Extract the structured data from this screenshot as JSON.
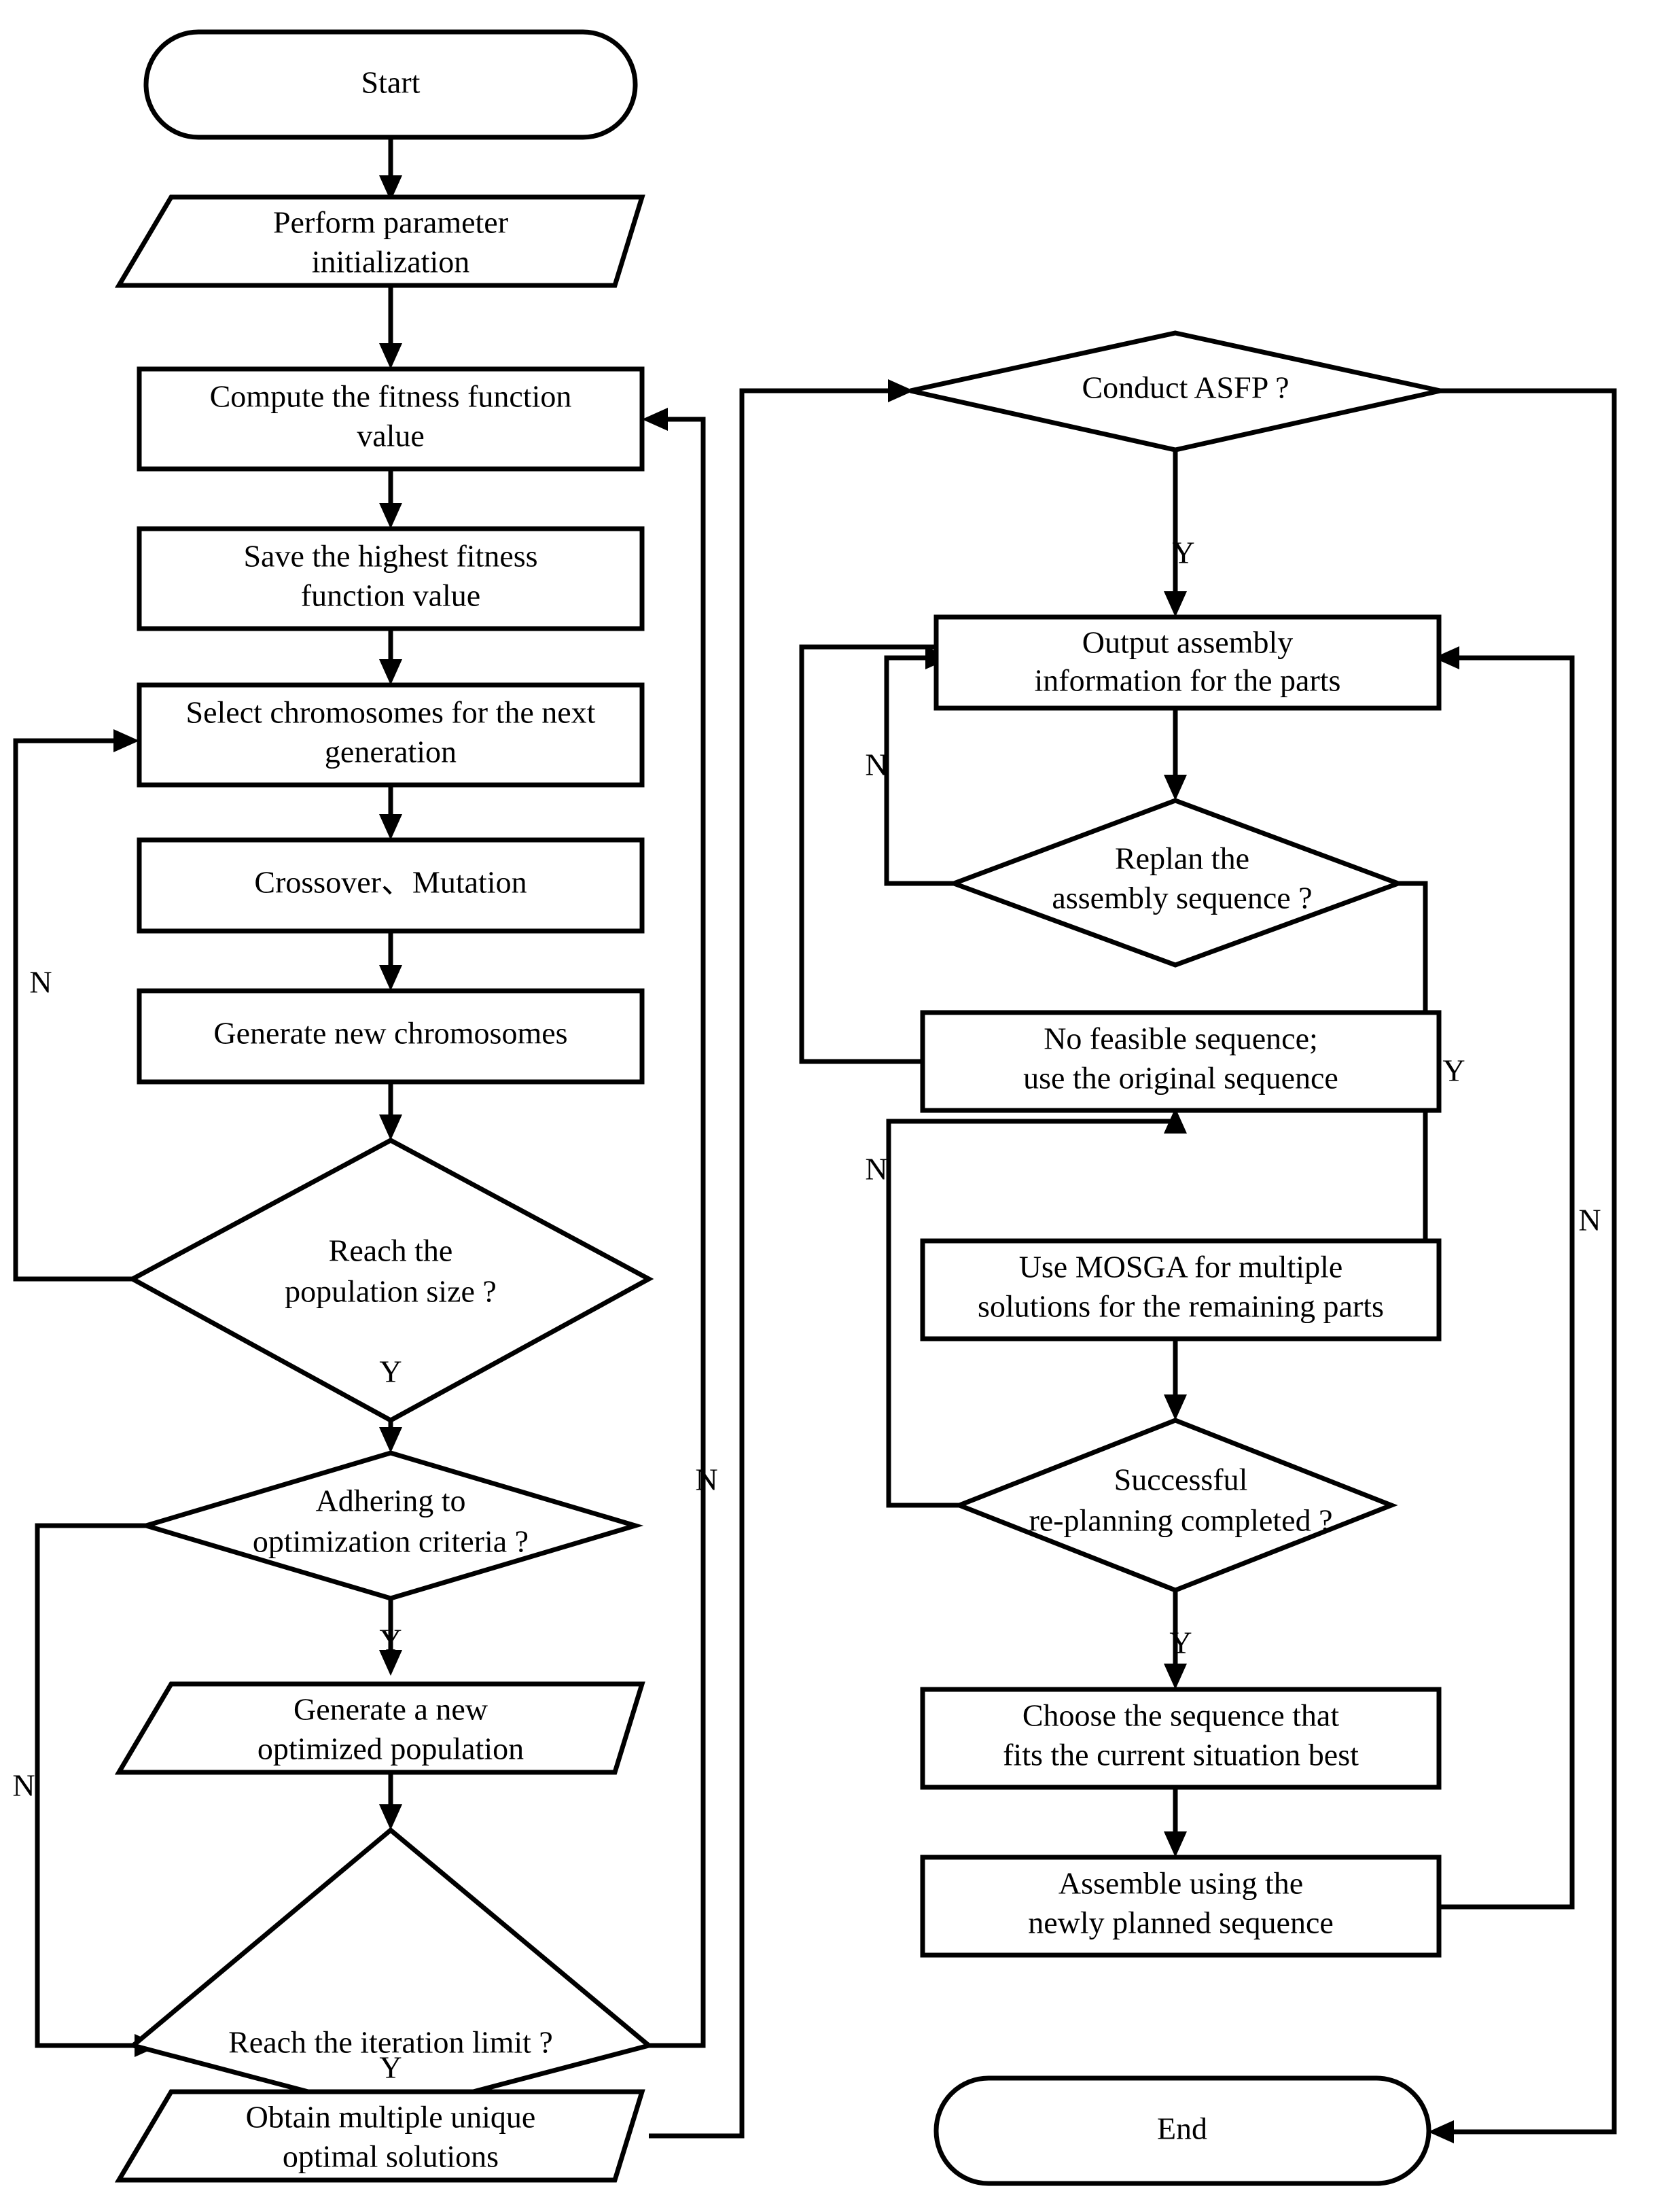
{
  "chart_data": {
    "type": "diagram",
    "title": "Assembly sequence planning flowchart (MOSGA / ASFP)",
    "diagram_kind": "flowchart",
    "nodes": [
      {
        "id": "start",
        "shape": "terminator",
        "text": "Start"
      },
      {
        "id": "init",
        "shape": "parallelogram",
        "text": "Perform parameter initialization"
      },
      {
        "id": "fitness",
        "shape": "process",
        "text": "Compute the fitness function value"
      },
      {
        "id": "save",
        "shape": "process",
        "text": "Save the highest fitness function value"
      },
      {
        "id": "select",
        "shape": "process",
        "text": "Select chromosomes for the next generation"
      },
      {
        "id": "crossover",
        "shape": "process",
        "text": "Crossover、Mutation"
      },
      {
        "id": "generate",
        "shape": "process",
        "text": "Generate new chromosomes"
      },
      {
        "id": "popsize",
        "shape": "decision",
        "text": "Reach the population size ?"
      },
      {
        "id": "criteria",
        "shape": "decision",
        "text": "Adhering to optimization criteria ?"
      },
      {
        "id": "newpop",
        "shape": "parallelogram",
        "text": "Generate a new optimized population"
      },
      {
        "id": "iterlimit",
        "shape": "decision",
        "text": "Reach the iteration limit ?"
      },
      {
        "id": "obtain",
        "shape": "parallelogram",
        "text": "Obtain multiple unique optimal solutions"
      },
      {
        "id": "asfp",
        "shape": "decision",
        "text": "Conduct ASFP ?"
      },
      {
        "id": "output",
        "shape": "process",
        "text": "Output assembly information for the parts"
      },
      {
        "id": "replan",
        "shape": "decision",
        "text": "Replan the assembly sequence ?"
      },
      {
        "id": "nofeasible",
        "shape": "process",
        "text": "No feasible sequence; use the original sequence"
      },
      {
        "id": "mosga",
        "shape": "process",
        "text": "Use MOSGA for multiple solutions for the remaining parts"
      },
      {
        "id": "successful",
        "shape": "decision",
        "text": "Successful re-planning completed ?"
      },
      {
        "id": "choose",
        "shape": "process",
        "text": "Choose the sequence that fits the current situation best"
      },
      {
        "id": "assemble",
        "shape": "process",
        "text": "Assemble using the newly planned sequence"
      },
      {
        "id": "end",
        "shape": "terminator",
        "text": "End"
      }
    ],
    "edges": [
      {
        "from": "start",
        "to": "init",
        "label": ""
      },
      {
        "from": "init",
        "to": "fitness",
        "label": ""
      },
      {
        "from": "fitness",
        "to": "save",
        "label": ""
      },
      {
        "from": "save",
        "to": "select",
        "label": ""
      },
      {
        "from": "select",
        "to": "crossover",
        "label": ""
      },
      {
        "from": "crossover",
        "to": "generate",
        "label": ""
      },
      {
        "from": "generate",
        "to": "popsize",
        "label": ""
      },
      {
        "from": "popsize",
        "to": "select",
        "label": "N"
      },
      {
        "from": "popsize",
        "to": "criteria",
        "label": "Y"
      },
      {
        "from": "criteria",
        "to": "iterlimit",
        "label": "N"
      },
      {
        "from": "criteria",
        "to": "newpop",
        "label": "Y"
      },
      {
        "from": "newpop",
        "to": "iterlimit",
        "label": ""
      },
      {
        "from": "iterlimit",
        "to": "fitness",
        "label": "N"
      },
      {
        "from": "iterlimit",
        "to": "obtain",
        "label": "Y"
      },
      {
        "from": "obtain",
        "to": "asfp",
        "label": ""
      },
      {
        "from": "asfp",
        "to": "output",
        "label": "Y"
      },
      {
        "from": "asfp",
        "to": "end",
        "label": "N"
      },
      {
        "from": "output",
        "to": "replan",
        "label": ""
      },
      {
        "from": "replan",
        "to": "output",
        "label": "N"
      },
      {
        "from": "replan",
        "to": "mosga",
        "label": "Y"
      },
      {
        "from": "nofeasible",
        "to": "output",
        "label": ""
      },
      {
        "from": "mosga",
        "to": "successful",
        "label": ""
      },
      {
        "from": "successful",
        "to": "nofeasible",
        "label": "N"
      },
      {
        "from": "successful",
        "to": "choose",
        "label": "Y"
      },
      {
        "from": "choose",
        "to": "assemble",
        "label": ""
      },
      {
        "from": "assemble",
        "to": "output",
        "label": ""
      }
    ],
    "decision_labels": [
      "Y",
      "N"
    ],
    "colors": {
      "stroke": "#000000",
      "fill": "#ffffff",
      "text": "#000000"
    }
  },
  "nodes": {
    "start": {
      "line1": "Start",
      "line2": ""
    },
    "init": {
      "line1": "Perform parameter",
      "line2": "initialization"
    },
    "fitness": {
      "line1": "Compute the fitness function",
      "line2": "value"
    },
    "save": {
      "line1": "Save the highest fitness",
      "line2": "function value"
    },
    "select": {
      "line1": "Select chromosomes for the next",
      "line2": "generation"
    },
    "crossover": {
      "line1": "Crossover、Mutation",
      "line2": ""
    },
    "generate": {
      "line1": "Generate new chromosomes",
      "line2": ""
    },
    "popsize": {
      "line1": "Reach the",
      "line2": "population size ?"
    },
    "criteria": {
      "line1": "Adhering to",
      "line2": "optimization criteria ?"
    },
    "newpop": {
      "line1": "Generate a new",
      "line2": "optimized population"
    },
    "iterlimit": {
      "line1": "Reach the iteration limit ?",
      "line2": ""
    },
    "obtain": {
      "line1": "Obtain multiple unique",
      "line2": "optimal solutions"
    },
    "asfp": {
      "line1": "Conduct ASFP ?",
      "line2": ""
    },
    "output": {
      "line1": "Output assembly",
      "line2": "information for the parts"
    },
    "replan": {
      "line1": "Replan the",
      "line2": "assembly sequence ?"
    },
    "nofeasible": {
      "line1": "No feasible sequence;",
      "line2": "use the original sequence"
    },
    "mosga": {
      "line1": "Use MOSGA for multiple",
      "line2": "solutions for the remaining parts"
    },
    "successful": {
      "line1": "Successful",
      "line2": "re-planning completed ?"
    },
    "choose": {
      "line1": "Choose the sequence that",
      "line2": "fits the current situation best"
    },
    "assemble": {
      "line1": "Assemble using the",
      "line2": "newly planned sequence"
    },
    "end": {
      "line1": "End",
      "line2": ""
    }
  },
  "branch_labels": {
    "popsize_n": "N",
    "popsize_y": "Y",
    "criteria_n": "N",
    "criteria_y": "Y",
    "iterlimit_n": "N",
    "iterlimit_y": "Y",
    "asfp_y": "Y",
    "asfp_n": "N",
    "replan_n": "N",
    "replan_y": "Y",
    "successful_n": "N",
    "successful_y": "Y"
  }
}
